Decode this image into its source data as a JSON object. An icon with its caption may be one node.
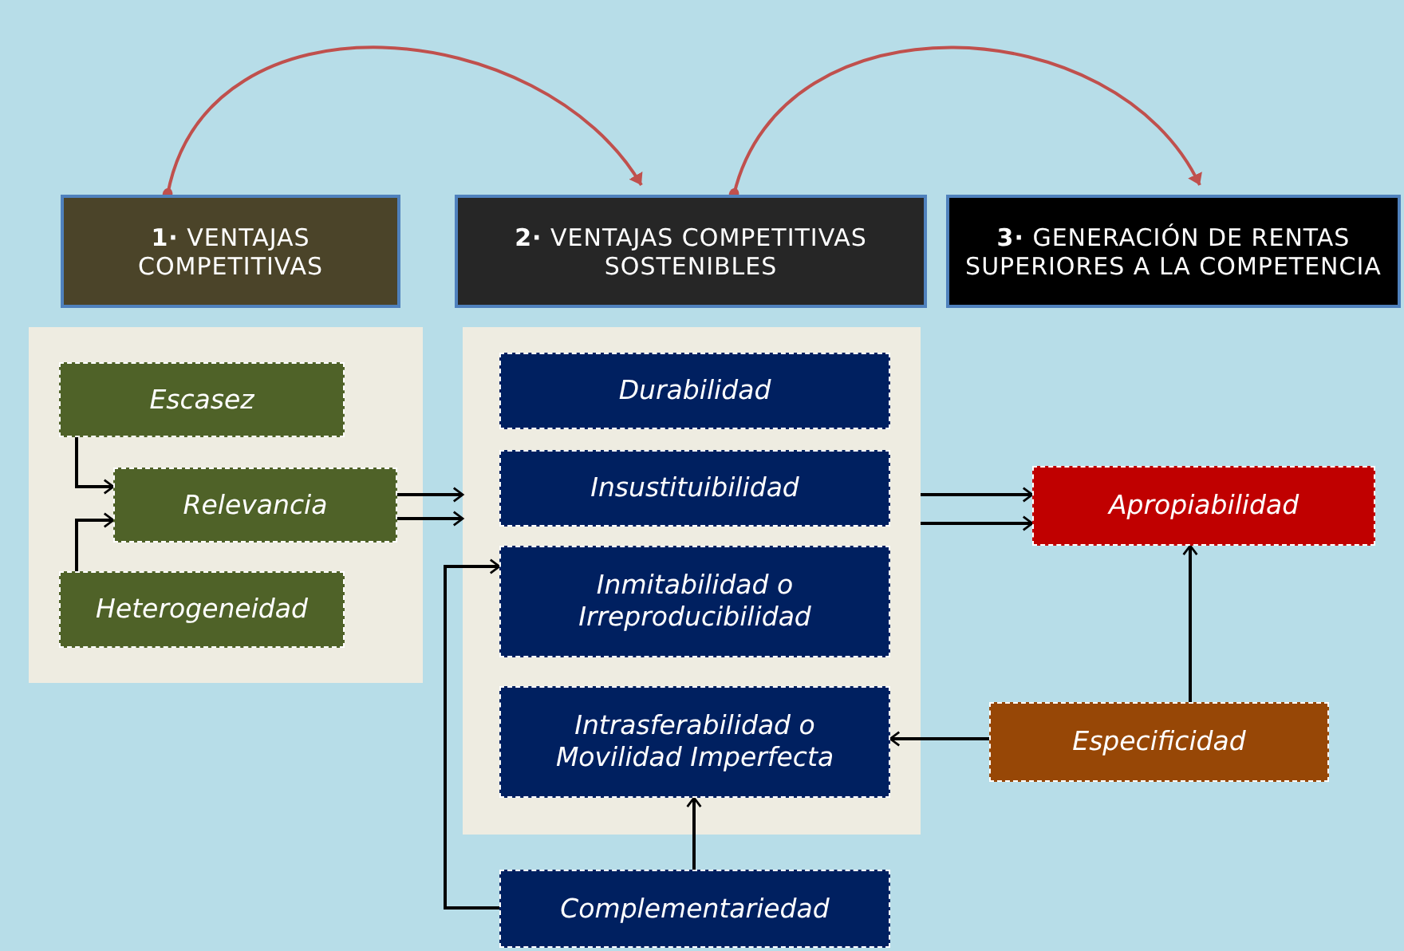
{
  "diagram": {
    "nodes": [
      {
        "text": [
          "**1·** VENTAJAS COMPETITIVAS"
        ]
      },
      {
        "text": [
          "**2·** VENTAJAS COMPETITIVAS SOSTENIBLES"
        ]
      },
      {
        "text": [
          "**3·** GENERACIÓN DE RENTAS SUPERIORES A LA COMPETENCIA"
        ]
      },
      {
        "text": [],
        "shape": "box"
      },
      {
        "text": [
          "Escasez"
        ],
        "in": 3
      },
      {
        "text": [
          "Relevancia"
        ],
        "in": 3
      },
      {
        "text": [
          "Heterogeneidad"
        ],
        "in": 3
      },
      {
        "text": [],
        "shape": "box"
      },
      {
        "text": [
          "Durabilidad"
        ],
        "in": 7
      },
      {
        "text": [
          "Insustituibilidad"
        ],
        "in": 7
      },
      {
        "text": [
          "Inmitabilidad o Irreproducibilidad"
        ],
        "in": 7
      },
      {
        "text": [
          "Intrasferabilidad o Movilidad Imperfecta"
        ],
        "in": 7
      },
      {
        "text": [
          "Apropiabilidad"
        ]
      },
      {
        "text": [
          "Especificidad"
        ]
      },
      {
        "text": [
          "Complementariedad"
        ]
      }
    ],
    "edges": [
      {
        "from": 0,
        "to": 1,
        "arrow": "to",
        "color": "#c0504d"
      },
      {
        "from": 1,
        "to": 2,
        "arrow": "to",
        "color": "#c0504d"
      },
      {
        "from": 4,
        "to": 5,
        "arrow": "to"
      },
      {
        "from": 6,
        "to": 5,
        "arrow": "to"
      },
      {
        "from": 5,
        "to": 7,
        "arrow": "to"
      },
      {
        "from": 5,
        "to": 7,
        "arrow": "to"
      },
      {
        "from": 7,
        "to": 12,
        "arrow": "to"
      },
      {
        "from": 7,
        "to": 12,
        "arrow": "to"
      },
      {
        "from": 13,
        "to": 12,
        "arrow": "to"
      },
      {
        "from": 13,
        "to": 11,
        "arrow": "to"
      },
      {
        "from": 14,
        "to": 11,
        "arrow": "to"
      },
      {
        "from": 14,
        "to": 10,
        "arrow": "to"
      }
    ]
  }
}
